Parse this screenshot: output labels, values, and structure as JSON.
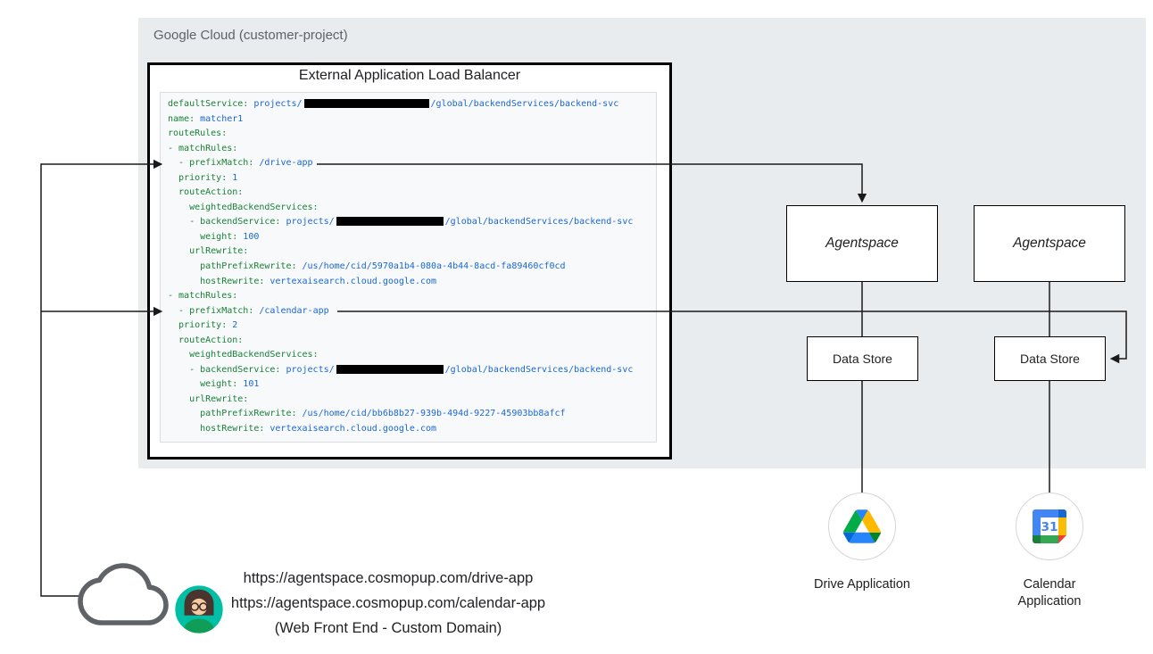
{
  "colors": {
    "panel_bg": "#e8ecef",
    "code_bg": "#f8f9fa",
    "code_key": "#188038",
    "code_value": "#1967d2",
    "line_color": "#1a1a1a"
  },
  "gcp_boundary": {
    "label": "Google Cloud (customer-project)"
  },
  "load_balancer": {
    "title": "External Application Load Balancer",
    "code_lines": [
      [
        [
          "k",
          "defaultService: "
        ],
        [
          "v",
          "projects/"
        ],
        [
          "b",
          140
        ],
        [
          "v",
          "/global/backendServices/backend-svc"
        ]
      ],
      [
        [
          "k",
          "name: "
        ],
        [
          "v",
          "matcher1"
        ]
      ],
      [
        [
          "k",
          "routeRules:"
        ]
      ],
      [
        [
          "k",
          "- matchRules:"
        ]
      ],
      [
        [
          "k",
          "  - prefixMatch: "
        ],
        [
          "v",
          "/drive-app"
        ]
      ],
      [
        [
          "k",
          "  priority: "
        ],
        [
          "v",
          "1"
        ]
      ],
      [
        [
          "k",
          "  routeAction:"
        ]
      ],
      [
        [
          "k",
          "    weightedBackendServices:"
        ]
      ],
      [
        [
          "k",
          "    - backendService: "
        ],
        [
          "v",
          "projects/"
        ],
        [
          "b",
          120
        ],
        [
          "v",
          "/global/backendServices/backend-svc"
        ]
      ],
      [
        [
          "k",
          "      weight: "
        ],
        [
          "v",
          "100"
        ]
      ],
      [
        [
          "k",
          "    urlRewrite:"
        ]
      ],
      [
        [
          "k",
          "      pathPrefixRewrite: "
        ],
        [
          "v",
          "/us/home/cid/5970a1b4-080a-4b44-8acd-fa89460cf0cd"
        ]
      ],
      [
        [
          "k",
          "      hostRewrite: "
        ],
        [
          "v",
          "vertexaisearch.cloud.google.com"
        ]
      ],
      [
        [
          "k",
          "- matchRules:"
        ]
      ],
      [
        [
          "k",
          "  - prefixMatch: "
        ],
        [
          "v",
          "/calendar-app"
        ]
      ],
      [
        [
          "k",
          "  priority: "
        ],
        [
          "v",
          "2"
        ]
      ],
      [
        [
          "k",
          "  routeAction:"
        ]
      ],
      [
        [
          "k",
          "    weightedBackendServices:"
        ]
      ],
      [
        [
          "k",
          "    - backendService: "
        ],
        [
          "v",
          "projects/"
        ],
        [
          "b",
          120
        ],
        [
          "v",
          "/global/backendServices/backend-svc"
        ]
      ],
      [
        [
          "k",
          "      weight: "
        ],
        [
          "v",
          "101"
        ]
      ],
      [
        [
          "k",
          "    urlRewrite:"
        ]
      ],
      [
        [
          "k",
          "      pathPrefixRewrite: "
        ],
        [
          "v",
          "/us/home/cid/bb6b8b27-939b-494d-9227-45903bb8afcf"
        ]
      ],
      [
        [
          "k",
          "      hostRewrite: "
        ],
        [
          "v",
          "vertexaisearch.cloud.google.com"
        ]
      ]
    ]
  },
  "agentspace_boxes": [
    {
      "label": "Agentspace"
    },
    {
      "label": "Agentspace"
    }
  ],
  "datastore_boxes": [
    {
      "label": "Data Store"
    },
    {
      "label": "Data Store"
    }
  ],
  "applications": [
    {
      "label": "Drive Application",
      "icon": "google-drive-icon"
    },
    {
      "label": "Calendar Application",
      "icon": "google-calendar-icon",
      "calendar_day": "31"
    }
  ],
  "frontend": {
    "url_drive": "https://agentspace.cosmopup.com/drive-app",
    "url_calendar": "https://agentspace.cosmopup.com/calendar-app",
    "caption": "(Web Front End - Custom Domain)",
    "icons": {
      "cloud": "cloud-outline-icon",
      "user": "user-avatar"
    }
  }
}
